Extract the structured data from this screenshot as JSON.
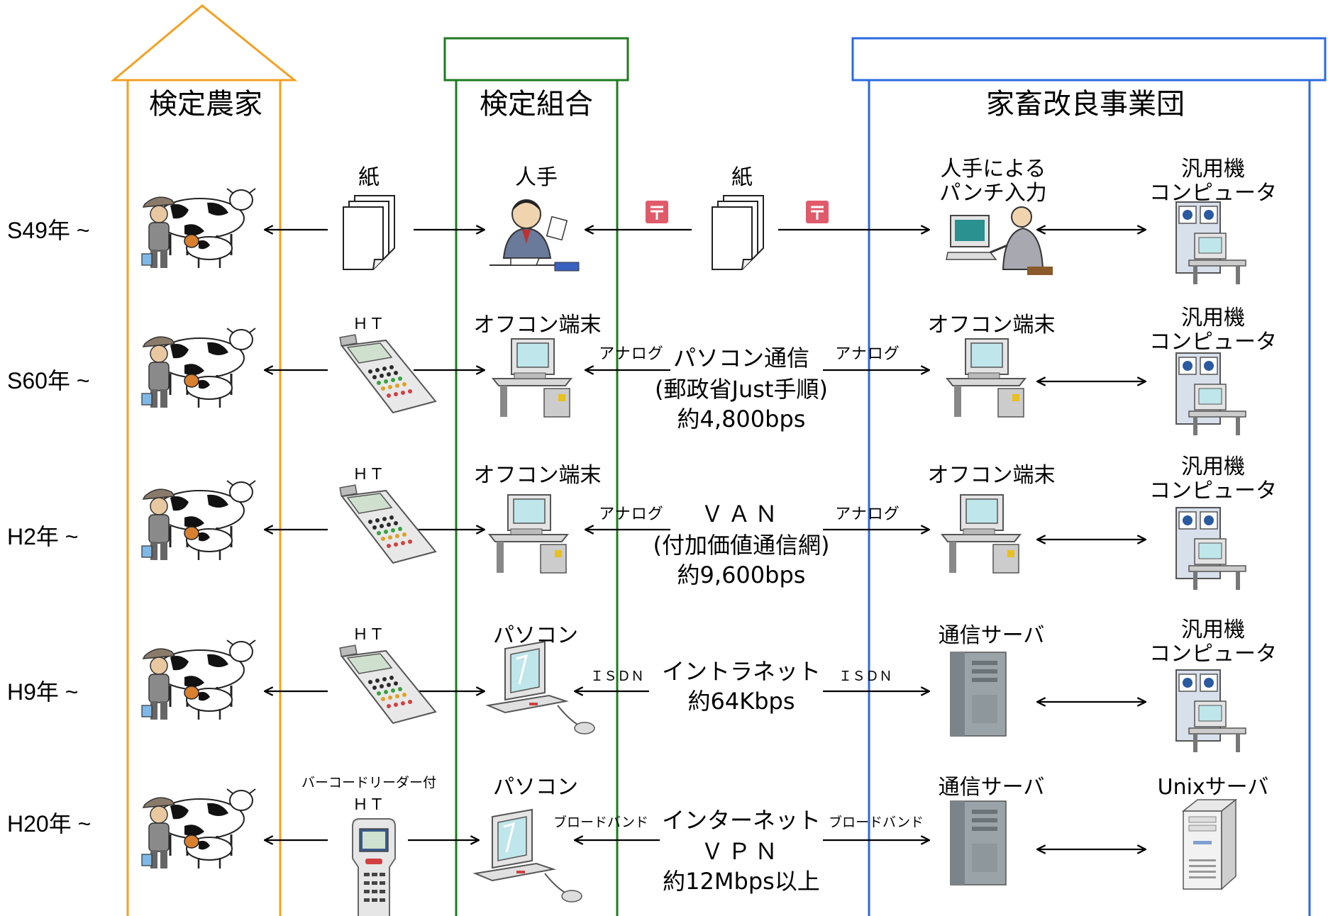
{
  "columns": {
    "farmer": "検定農家",
    "union": "検定組合",
    "agency": "家畜改良事業団"
  },
  "eras": [
    "S49年 ~",
    "S60年 ~",
    "H2年 ~",
    "H9年 ~",
    "H20年 ~"
  ],
  "row1": {
    "paper_left": "紙",
    "union_device": "人手",
    "paper_mid": "紙",
    "punch_line1": "人手による",
    "punch_line2": "パンチ入力",
    "mainframe_line1": "汎用機",
    "mainframe_line2": "コンピュータ"
  },
  "row2": {
    "ht": "ＨＴ",
    "union_device": "オフコン端末",
    "analog_left": "アナログ",
    "comm_line1": "パソコン通信",
    "comm_line2": "(郵政省Just手順)",
    "comm_line3": "約4,800bps",
    "analog_right": "アナログ",
    "agency_device": "オフコン端末",
    "mainframe_line1": "汎用機",
    "mainframe_line2": "コンピュータ"
  },
  "row3": {
    "ht": "ＨＴ",
    "union_device": "オフコン端末",
    "analog_left": "アナログ",
    "comm_line1": "ＶＡＮ",
    "comm_line2": "(付加価値通信網)",
    "comm_line3": "約9,600bps",
    "analog_right": "アナログ",
    "agency_device": "オフコン端末",
    "mainframe_line1": "汎用機",
    "mainframe_line2": "コンピュータ"
  },
  "row4": {
    "ht": "ＨＴ",
    "union_device": "パソコン",
    "isdn_left": "ＩＳＤＮ",
    "comm_line1": "イントラネット",
    "comm_line2": "約64Kbps",
    "isdn_right": "ＩＳＤＮ",
    "agency_device": "通信サーバ",
    "mainframe_line1": "汎用機",
    "mainframe_line2": "コンピュータ"
  },
  "row5": {
    "ht_line1": "バーコードリーダー付",
    "ht_line2": "ＨＴ",
    "union_device": "パソコン",
    "bb_left": "ブロードバンド",
    "comm_line1": "インターネット",
    "comm_line2": "ＶＰＮ",
    "comm_line3": "約12Mbps以上",
    "bb_right": "ブロードバンド",
    "agency_device": "通信サーバ",
    "server": "Unixサーバ"
  },
  "colors": {
    "farmer_border": "#f5a023",
    "union_border": "#1f7a1f",
    "agency_border": "#2a6ae0",
    "postal_mark": "#e05a6a"
  },
  "icons": [
    "farmer-cow-icon",
    "paper-icon",
    "handheld-terminal-icon",
    "barcode-ht-icon",
    "office-computer-icon",
    "pc-icon",
    "server-icon",
    "mainframe-icon",
    "postal-mark-icon",
    "person-writing-icon",
    "person-typing-icon"
  ]
}
